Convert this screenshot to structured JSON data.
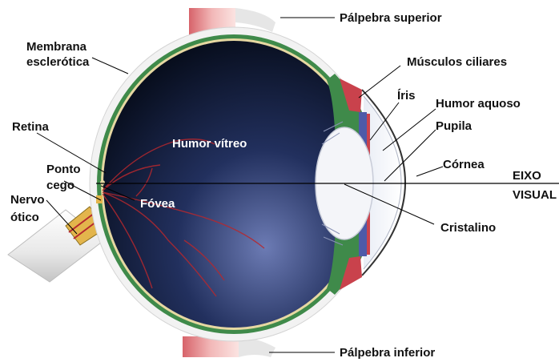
{
  "labels": {
    "palpebra_superior": "Pálpebra superior",
    "membrana_line1": "Membrana",
    "membrana_line2": "esclerótica",
    "musculos_ciliares": "Músculos ciliares",
    "iris": "Íris",
    "humor_aquoso": "Humor aquoso",
    "retina": "Retina",
    "pupila": "Pupila",
    "humor_vitreo": "Humor vítreo",
    "cornea": "Córnea",
    "ponto_line1": "Ponto",
    "ponto_line2": "cego",
    "eixo_line1": "EIXO",
    "eixo_line2": "VISUAL",
    "fovea": "Fóvea",
    "nervo_line1": "Nervo",
    "nervo_line2": "ótico",
    "cristalino": "Cristalino",
    "palpebra_inferior": "Pálpebra inferior"
  },
  "colors": {
    "vitreous_dark": "#070d1c",
    "vitreous_mid": "#22305e",
    "vitreous_light": "#6c7bb4",
    "sclera": "#f2f2f2",
    "choroid": "#3f8a4a",
    "retina_layer": "#e6d8a2",
    "muscle_red": "#c9424c",
    "vessel_red": "#b6282e",
    "lens": "#f4f5f9"
  }
}
